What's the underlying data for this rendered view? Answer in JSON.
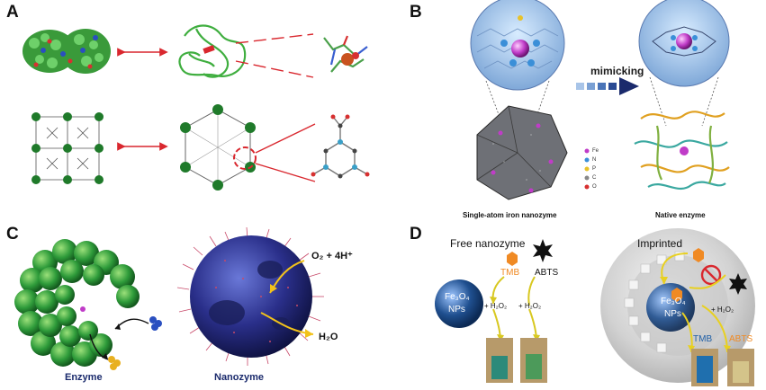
{
  "panels": {
    "a": {
      "letter": "A"
    },
    "b": {
      "letter": "B",
      "arrow_label": "mimicking",
      "left_caption": "Single-atom iron nanozyme",
      "right_caption": "Native enzyme",
      "legend": [
        "Fe",
        "N",
        "P",
        "C",
        "O"
      ]
    },
    "c": {
      "letter": "C",
      "enzyme_label": "Enzyme",
      "nanozyme_label": "Nanozyme",
      "product_top": "O₂ + 4H⁺",
      "product_bottom": "H₂O"
    },
    "d": {
      "letter": "D",
      "free_title": "Free nanozyme",
      "imprinted_title": "Imprinted",
      "tmb": "TMB",
      "abts": "ABTS",
      "h2o2": "+ H₂O₂",
      "particle_line1": "Fe₃O₄",
      "particle_line2": "NPs"
    }
  },
  "colors": {
    "red_arrow": "#d9272e",
    "navy": "#1a2a6c",
    "enzyme_green": "#2e9b3a",
    "tmb_orange": "#f08a24",
    "particle_blue": "#1f4f8f",
    "tmb_blue_text": "#1f5fa6",
    "yellow_arrow": "#f2c21a"
  }
}
